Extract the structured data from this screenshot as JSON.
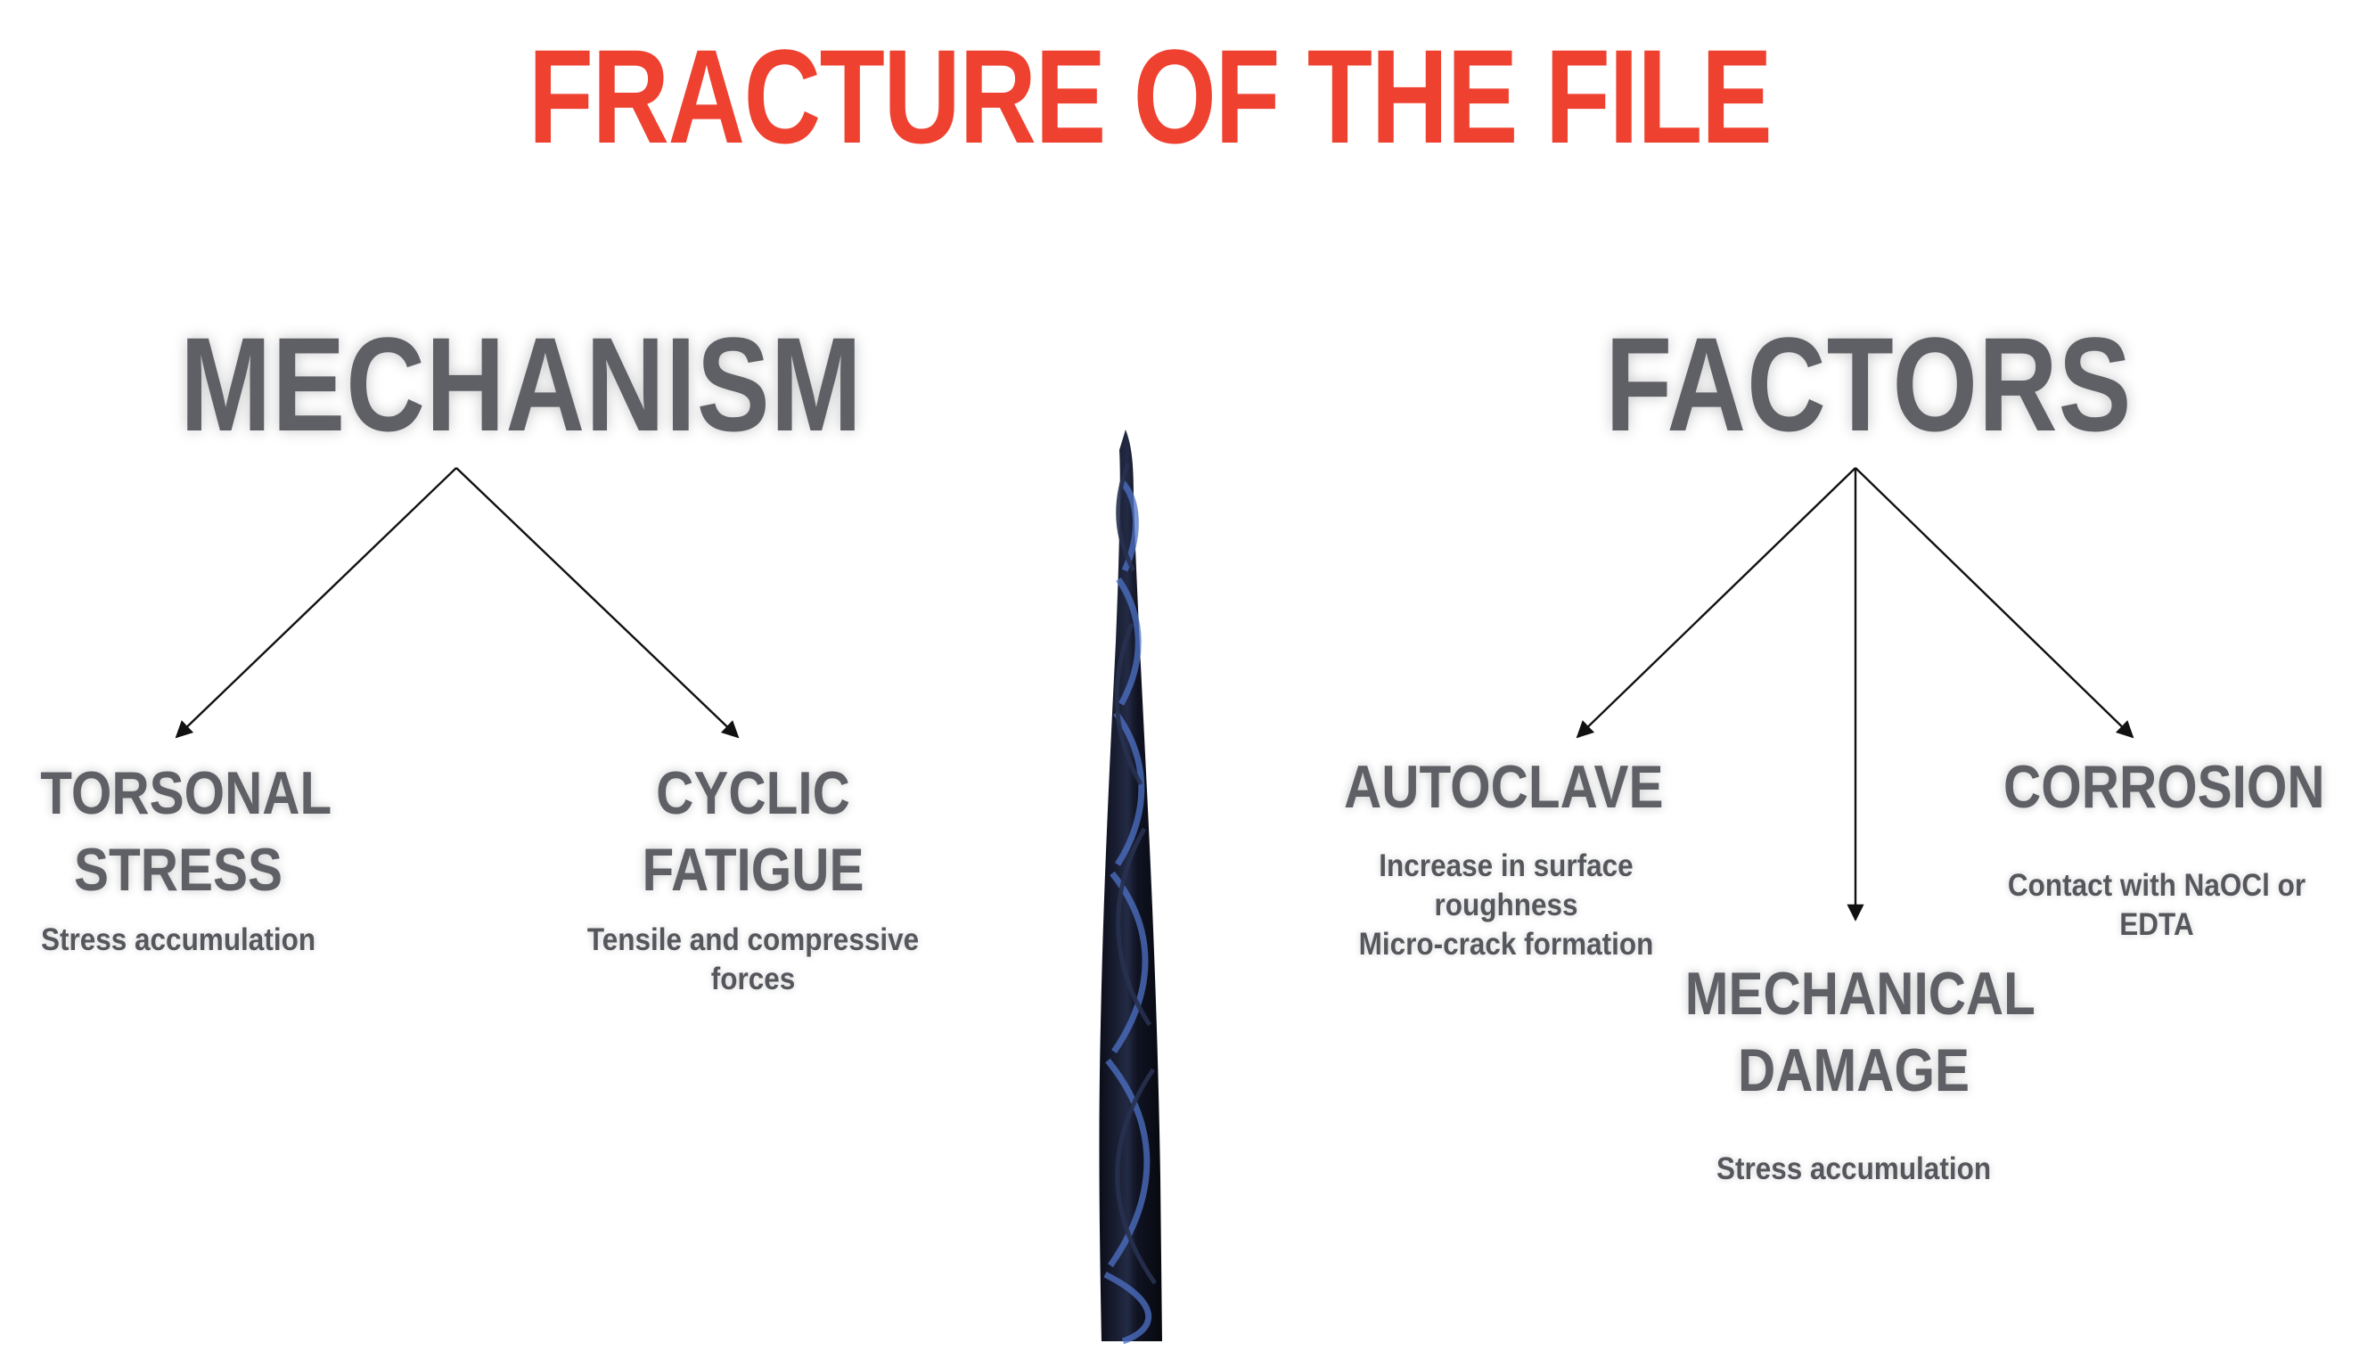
{
  "title": "FRACTURE OF THE FILE",
  "mechanism": {
    "heading": "MECHANISM",
    "torsional": {
      "line1": "TORSONAL",
      "line2": "STRESS",
      "desc": "Stress accumulation"
    },
    "cyclic": {
      "line1": "CYCLIC",
      "line2": "FATIGUE",
      "desc": "Tensile and compressive forces"
    }
  },
  "factors": {
    "heading": "FACTORS",
    "autoclave": {
      "label": "AUTOCLAVE",
      "desc1": "Increase in surface roughness",
      "desc2": "Micro-crack formation"
    },
    "corrosion": {
      "label": "CORROSION",
      "desc": "Contact with NaOCl or EDTA"
    },
    "mechanical": {
      "line1": "MECHANICAL",
      "line2": "DAMAGE",
      "desc": "Stress accumulation"
    }
  },
  "colors": {
    "title": "#ef4130",
    "text": "#5e6066"
  },
  "icons": {
    "file_image": "endodontic-file-icon"
  }
}
